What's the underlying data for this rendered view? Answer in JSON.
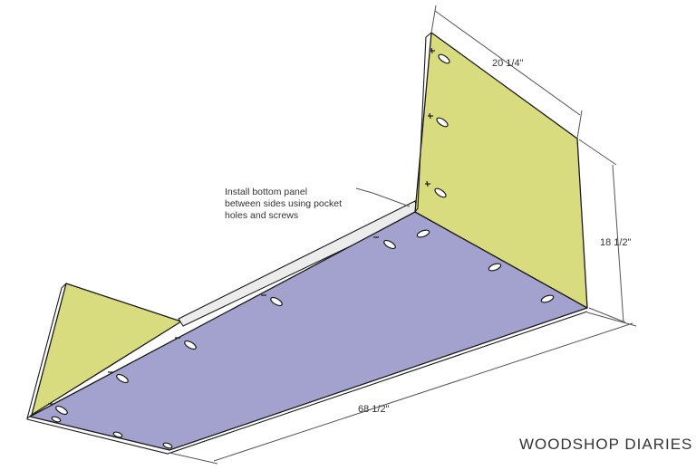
{
  "annotation": {
    "lines": [
      "Install bottom panel",
      "between sides using pocket",
      "holes and screws"
    ]
  },
  "dimensions": {
    "depth": "20 1/4\"",
    "height": "18 1/2\"",
    "length": "68 1/2\""
  },
  "brand": "WOODSHOP DIARIES",
  "colors": {
    "side_panel": "#d8db7e",
    "bottom_panel": "#a3a2cf",
    "edge_strip": "#ececec",
    "outline": "#1a1a1a",
    "dimension_line": "#555555"
  }
}
